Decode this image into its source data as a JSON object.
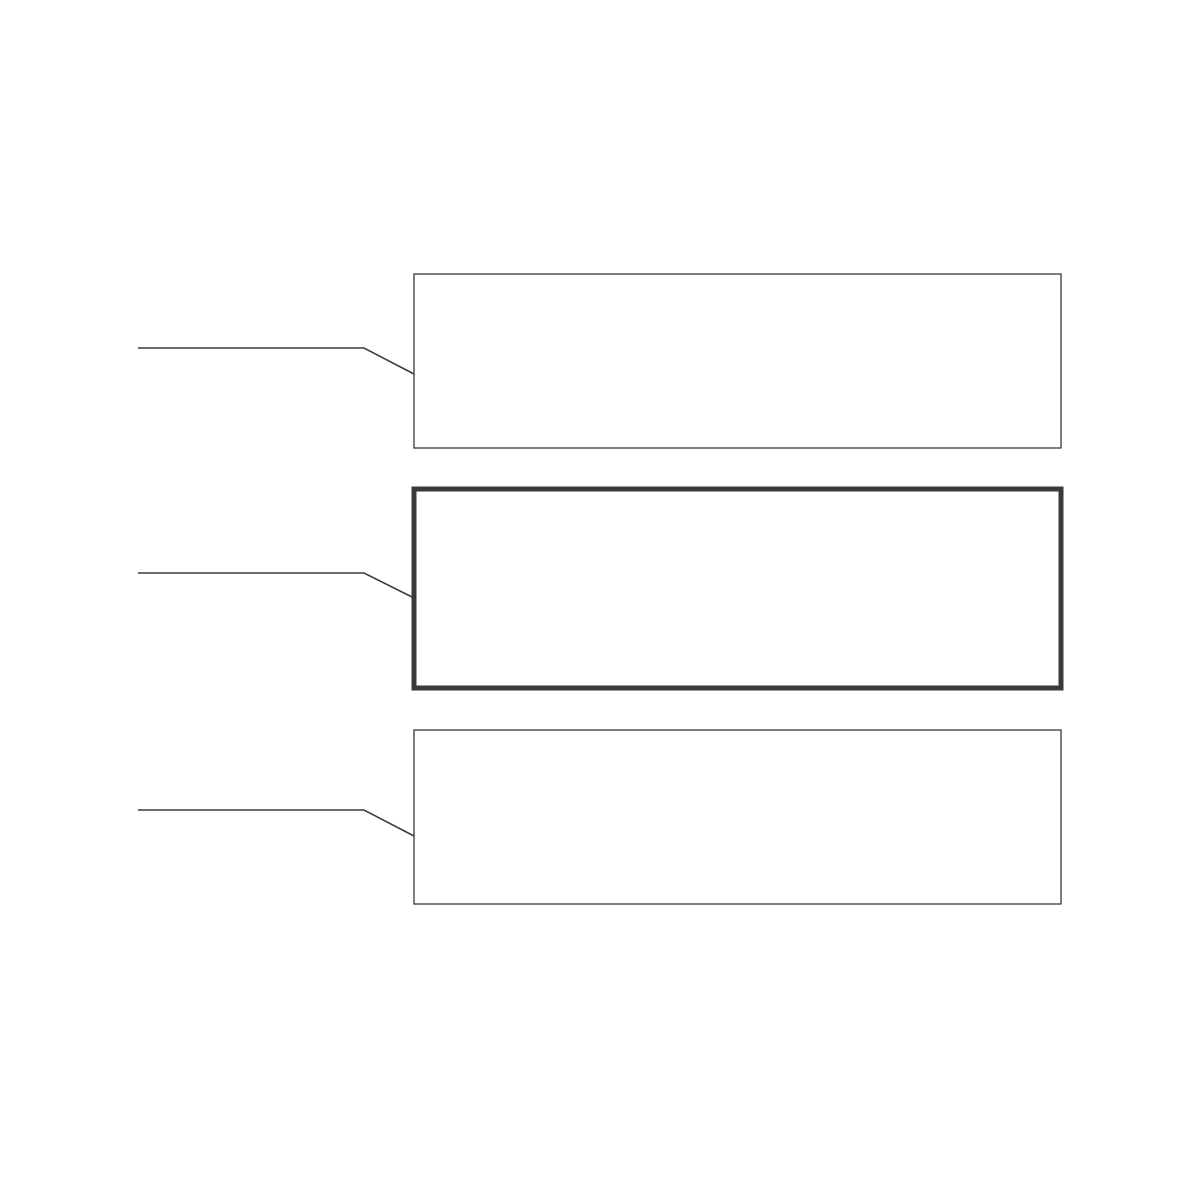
{
  "diagram": {
    "colors": {
      "background": "#ffffff",
      "stroke": "#3a3a3a"
    },
    "boxes": [
      {
        "id": "box-1",
        "emphasis": "normal"
      },
      {
        "id": "box-2",
        "emphasis": "bold"
      },
      {
        "id": "box-3",
        "emphasis": "normal"
      }
    ]
  }
}
